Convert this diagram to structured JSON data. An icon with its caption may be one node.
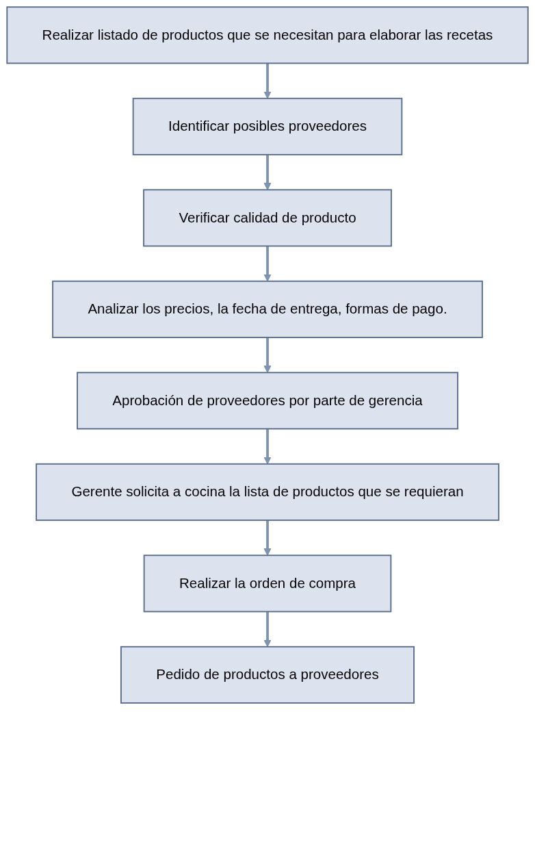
{
  "diagram": {
    "nodes": [
      {
        "text": [
          "Realizar listado de productos que se necesitan para elaborar las recetas"
        ]
      },
      {
        "text": [
          "Identificar posibles proveedores"
        ]
      },
      {
        "text": [
          "Verificar calidad de producto"
        ]
      },
      {
        "text": [
          "Analizar los precios, la fecha de entrega, formas de pago."
        ]
      },
      {
        "text": [
          "Aprobación de proveedores por parte de gerencia"
        ]
      },
      {
        "text": [
          "Gerente solicita a cocina la lista de productos que se requieran"
        ]
      },
      {
        "text": [
          "Realizar la orden de compra"
        ]
      },
      {
        "text": [
          "Pedido de productos a proveedores"
        ]
      }
    ],
    "edges": [
      {
        "from": 0,
        "to": 1,
        "arrow": "to"
      },
      {
        "from": 1,
        "to": 2,
        "arrow": "to"
      },
      {
        "from": 2,
        "to": 3,
        "arrow": "to"
      },
      {
        "from": 3,
        "to": 4,
        "arrow": "to"
      },
      {
        "from": 4,
        "to": 5,
        "arrow": "to"
      },
      {
        "from": 5,
        "to": 6,
        "arrow": "to"
      },
      {
        "from": 6,
        "to": 7,
        "arrow": "to"
      }
    ]
  }
}
